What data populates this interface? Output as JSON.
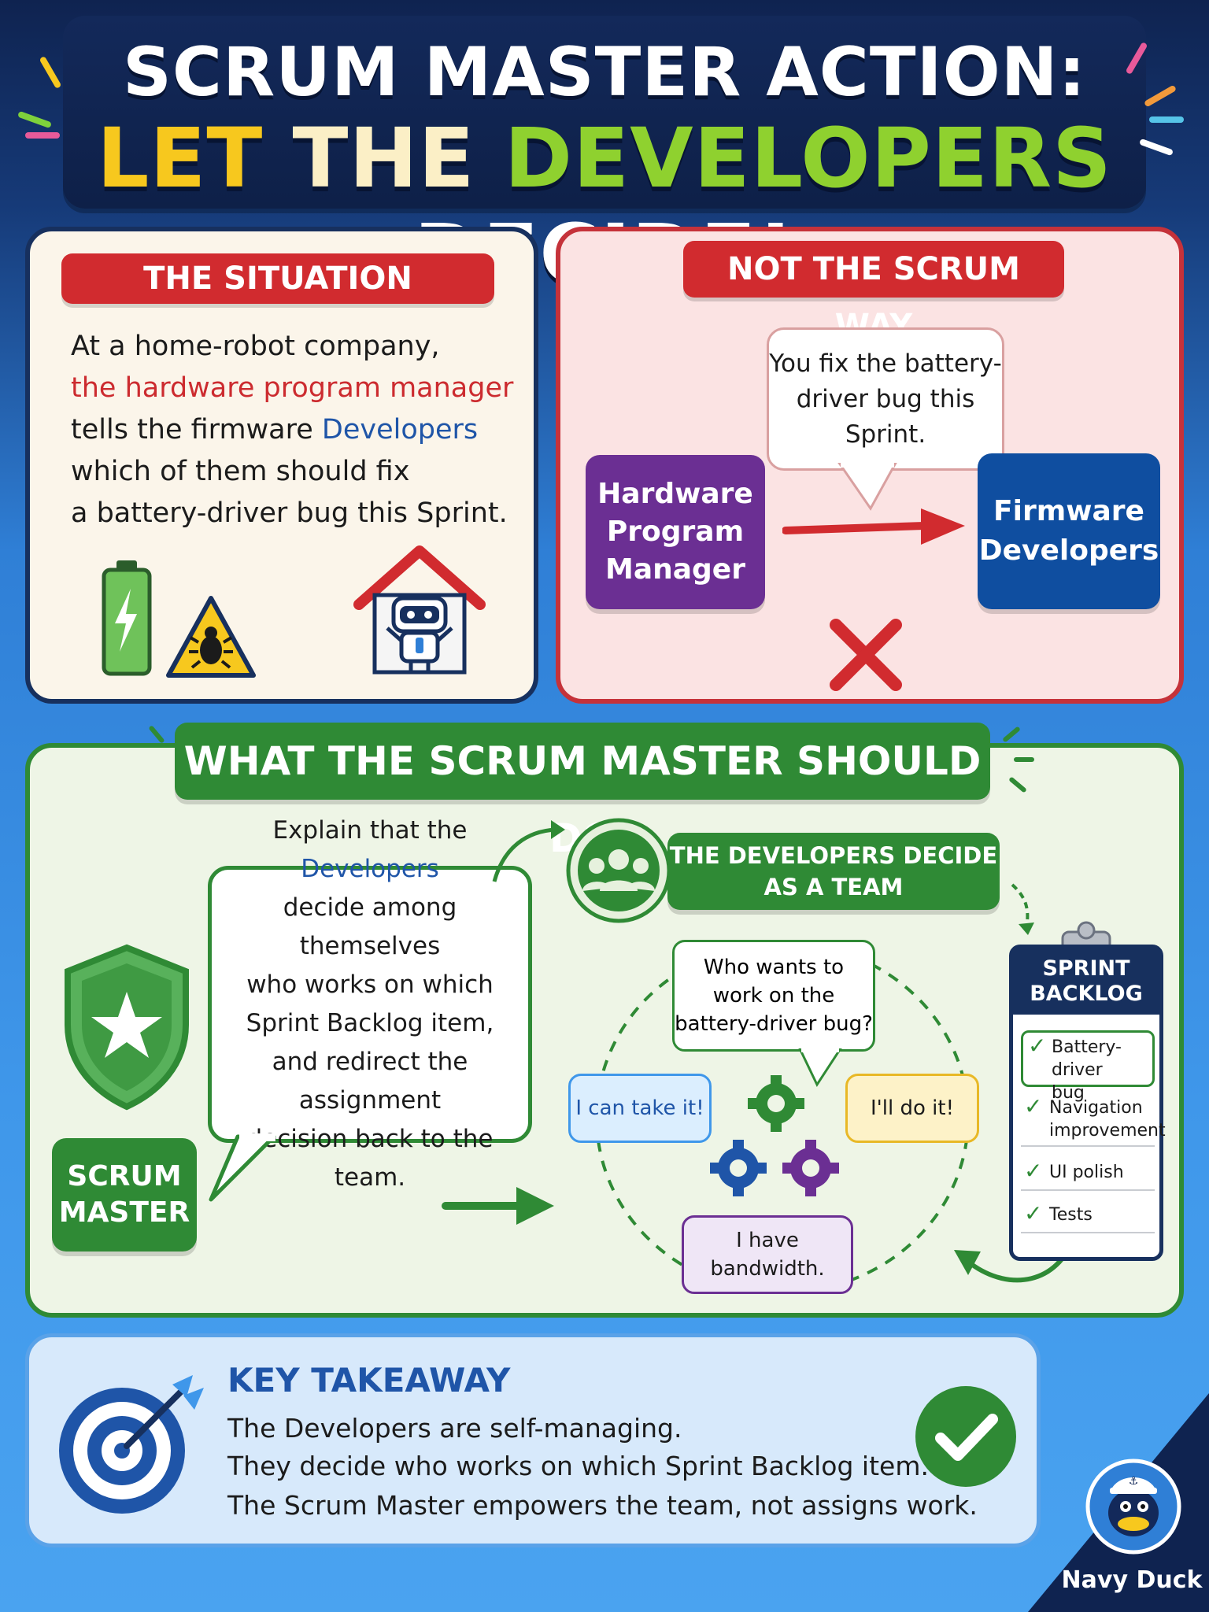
{
  "header": {
    "line1": "SCRUM MASTER ACTION:",
    "line2_let": "LET",
    "line2_the": "THE",
    "line2_developers": "DEVELOPERS",
    "line2_decide": "DECIDE!"
  },
  "situation": {
    "title": "THE SITUATION",
    "line1": "At a home-robot company,",
    "line2": "the hardware program manager",
    "line3a": "tells the firmware ",
    "line3b": "Developers",
    "line4": "which of them should fix",
    "line5": "a battery-driver bug this Sprint."
  },
  "not_scrum": {
    "title": "NOT THE SCRUM WAY",
    "bubble": "You fix the battery-driver bug this Sprint.",
    "manager_line1": "Hardware",
    "manager_line2": "Program",
    "manager_line3": "Manager",
    "dev_line1": "Firmware",
    "dev_line2": "Developers"
  },
  "what": {
    "title": "WHAT THE SCRUM MASTER SHOULD DO",
    "explain_a": "Explain that the ",
    "explain_b": "Developers",
    "explain_c": "decide among themselves",
    "explain_d": "who works on which",
    "explain_e": "Sprint Backlog item,",
    "explain_f": "and redirect the assignment",
    "explain_g": "decision back to the team.",
    "sm_line1": "SCRUM",
    "sm_line2": "MASTER",
    "decide_line1": "THE DEVELOPERS DECIDE",
    "decide_line2": "AS A TEAM",
    "question_line1": "Who wants to",
    "question_line2": "work on the",
    "question_line3": "battery-driver bug?",
    "reply_left": "I can take it!",
    "reply_right": "I'll do it!",
    "reply_bottom_line1": "I have",
    "reply_bottom_line2": "bandwidth."
  },
  "backlog": {
    "title_line1": "SPRINT",
    "title_line2": "BACKLOG",
    "items": [
      {
        "line1": "Battery-driver",
        "line2": "bug"
      },
      {
        "line1": "Navigation",
        "line2": "improvement"
      },
      {
        "line1": "UI polish",
        "line2": ""
      },
      {
        "line1": "Tests",
        "line2": ""
      }
    ]
  },
  "takeaway": {
    "title": "KEY TAKEAWAY",
    "line1": "The Developers are self-managing.",
    "line2": "They decide who works on which Sprint Backlog item.",
    "line3": "The Scrum Master empowers the team, not assigns work."
  },
  "brand": "Navy Duck",
  "colors": {
    "navy": "#17305e",
    "red": "#d12b2f",
    "green": "#2f8a35",
    "purple": "#6b2f93",
    "blue": "#0f4ea0",
    "yellow": "#f7c81e"
  }
}
